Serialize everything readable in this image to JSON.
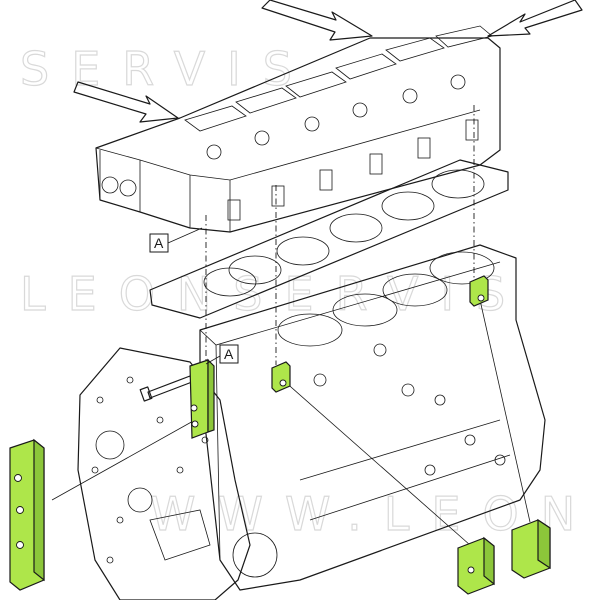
{
  "watermarks": [
    "SERVIS",
    "LEONSERVIS",
    "WWW.LEON.NET"
  ],
  "callouts": [
    {
      "label": "A"
    },
    {
      "label": "A"
    }
  ],
  "colors": {
    "highlight": "#aee64a",
    "highlight_dark": "#8cc63a",
    "line": "#1a1a1a",
    "watermark": "#d9d9d9"
  }
}
